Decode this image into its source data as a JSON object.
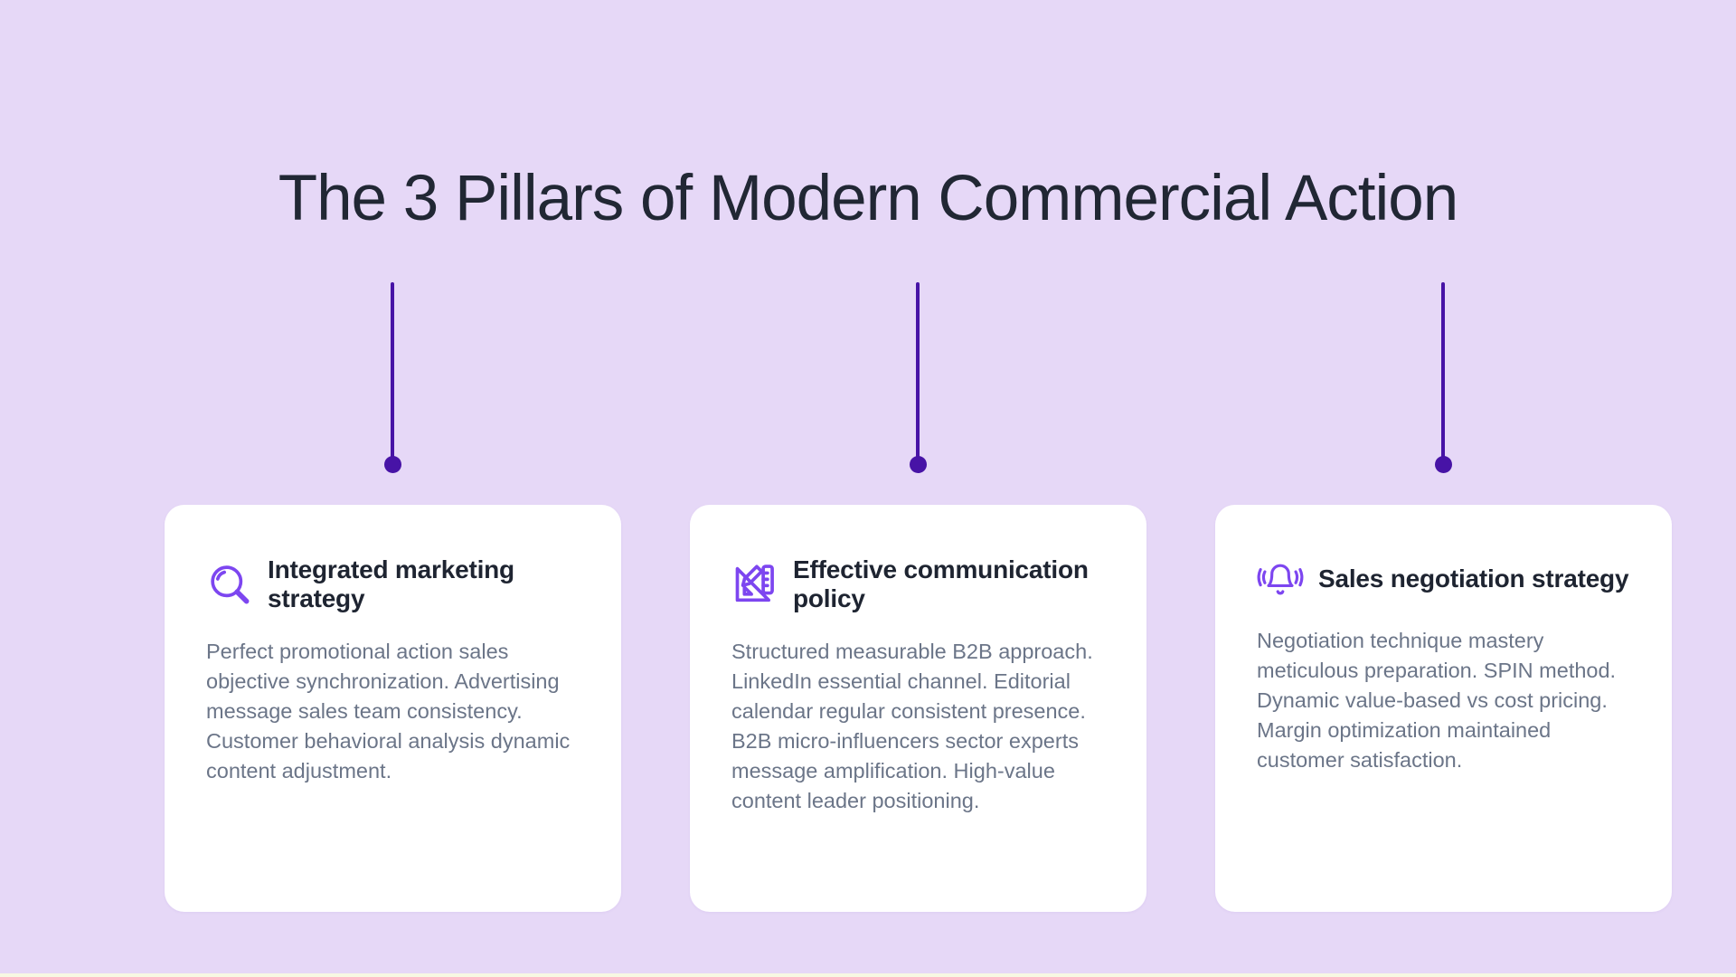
{
  "slide": {
    "title": "The 3 Pillars of Modern Commercial Action",
    "pillars": [
      {
        "icon": "magnifier-icon",
        "title": "Integrated marketing strategy",
        "description": "Perfect promotional action sales objective synchronization. Advertising message sales team consistency. Customer behavioral analysis dynamic content adjustment."
      },
      {
        "icon": "drafting-tools-icon",
        "title": "Effective communication policy",
        "description": "Structured measurable B2B approach. LinkedIn essential channel. Editorial calendar regular consistent presence. B2B micro-influencers sector experts message amplification. High-value content leader positioning."
      },
      {
        "icon": "bell-ring-icon",
        "title": "Sales negotiation strategy",
        "description": "Negotiation technique mastery meticulous preparation. SPIN method. Dynamic value-based vs cost pricing. Margin optimization maintained customer satisfaction."
      }
    ]
  },
  "colors": {
    "background": "#e6d8f7",
    "card_background": "#ffffff",
    "connector": "#4713a6",
    "icon_accent": "#7d46f0",
    "title_text": "#212734",
    "heading_text": "#1e2431",
    "body_text": "#6b7588",
    "bottom_strip": "#f7f8e3"
  }
}
